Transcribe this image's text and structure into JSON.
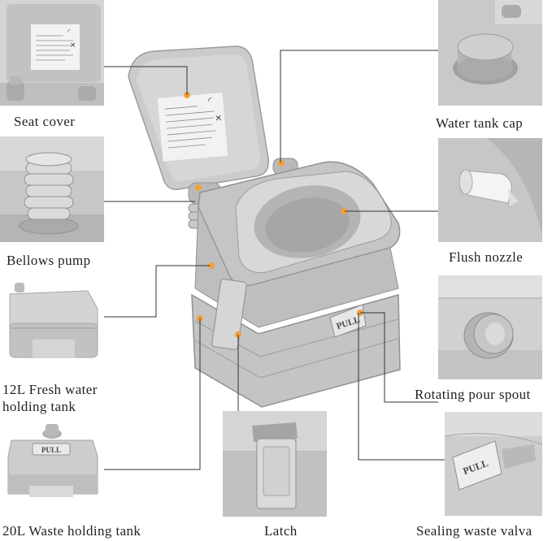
{
  "labels": {
    "seat_cover": "Seat cover",
    "bellows_pump": "Bellows pump",
    "fresh_tank_line1": "12L Fresh water",
    "fresh_tank_line2": "holding tank",
    "waste_tank": "20L Waste holding tank",
    "latch": "Latch",
    "water_tank_cap": "Water tank cap",
    "flush_nozzle": "Flush nozzle",
    "pour_spout": "Rotating pour spout",
    "sealing_valve": "Sealing waste valva"
  },
  "product_text": {
    "pull_main": "PULL",
    "pull_tank": "PULL",
    "pull_valve": "PULL"
  },
  "colors": {
    "body_gray": "#c4c6c8",
    "dark_gray": "#9a9c9e",
    "highlight": "#e8e9ea",
    "marker_orange": "#f0a13a",
    "leader_line": "#333333"
  }
}
